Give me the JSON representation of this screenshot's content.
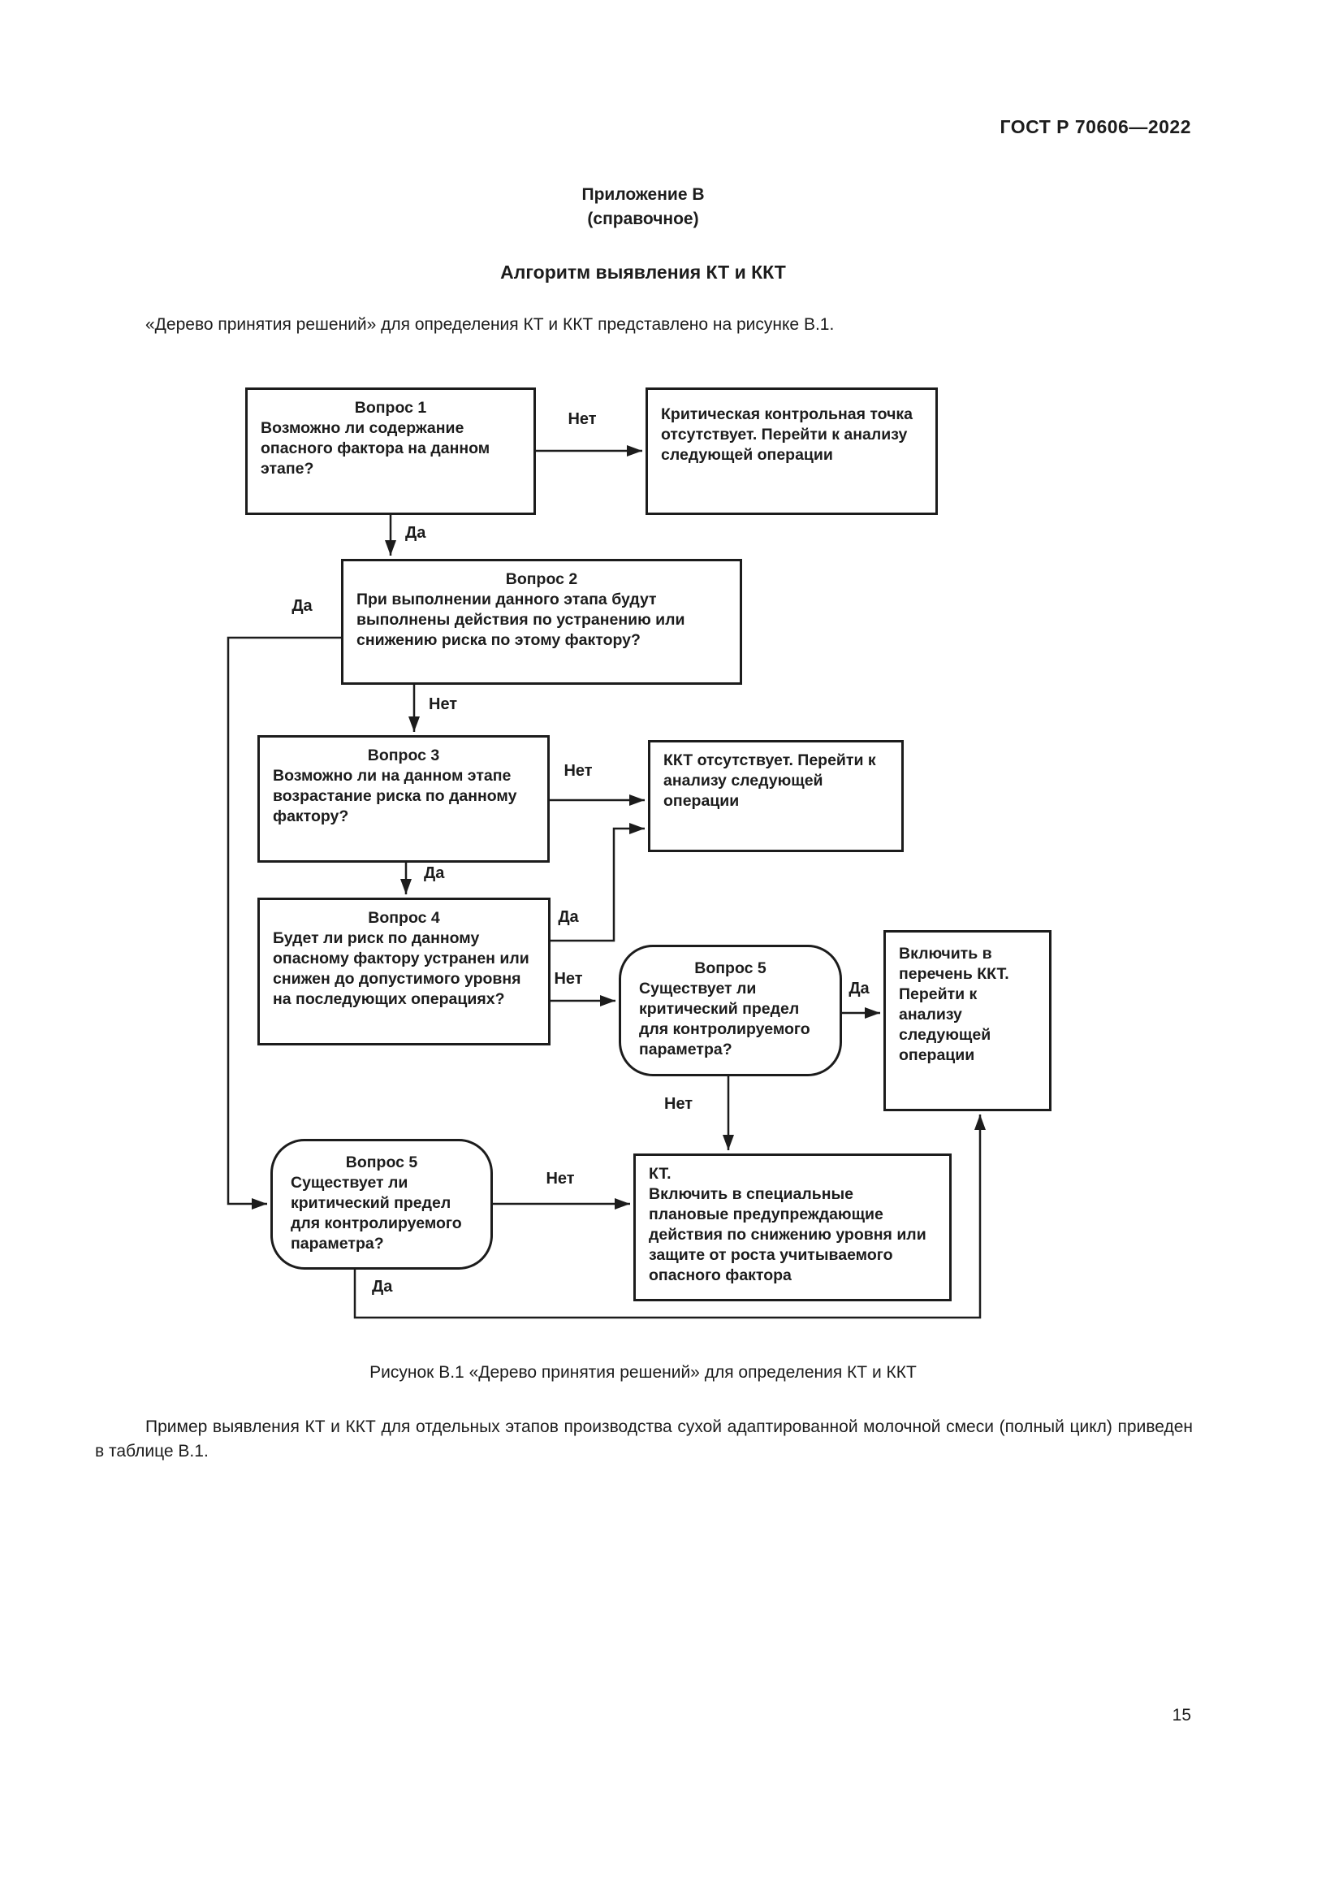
{
  "page": {
    "header": "ГОСТ Р 70606—2022",
    "appendix_title": "Приложение В",
    "appendix_subtitle": "(справочное)",
    "section_title": "Алгоритм выявления КТ и ККТ",
    "intro": "«Дерево принятия решений» для определения КТ и ККТ представлено на рисунке В.1.",
    "caption": "Рисунок В.1 «Дерево принятия решений» для определения КТ и ККТ",
    "closing": "Пример выявления КТ и ККТ для отдельных этапов производства сухой адаптированной молочной смеси (полный цикл) приведен в таблице В.1.",
    "page_number": "15"
  },
  "flowchart": {
    "boxes": {
      "q1": {
        "title": "Вопрос 1",
        "text": "Возможно ли содержание опасного фактора на данном этапе?"
      },
      "no_ccp1": {
        "text": "Критическая контрольная точка отсутствует. Перейти к анализу следующей операции"
      },
      "q2": {
        "title": "Вопрос 2",
        "text": "При выполнении данного этапа будут выполнены действия по устранению или снижению риска по этому фактору?"
      },
      "q3": {
        "title": "Вопрос 3",
        "text": "Возможно ли на данном этапе возрастание риска по данному фактору?"
      },
      "no_ccp2": {
        "text": "ККТ отсутствует. Перейти к анализу следующей операции"
      },
      "q4": {
        "title": "Вопрос 4",
        "text": "Будет ли риск по данному опасному фактору устранен или снижен до допустимого уровня на последующих операциях?"
      },
      "q5_mid": {
        "title": "Вопрос 5",
        "text": "Существует ли критический предел для контролируемого параметра?"
      },
      "include_ccp": {
        "text": "Включить в перечень ККТ. Перейти к анализу следующей операции"
      },
      "q5_low": {
        "title": "Вопрос 5",
        "text": "Существует ли критический предел для контролируемого параметра?"
      },
      "kt": {
        "title": "КТ.",
        "text": "Включить в специальные плановые предупреждающие действия по снижению уровня или защите от роста учитываемого опасного фактора"
      }
    },
    "edge_labels": {
      "q1_no": "Нет",
      "q1_yes": "Да",
      "q2_yes": "Да",
      "q2_no": "Нет",
      "q3_no": "Нет",
      "q3_yes": "Да",
      "q4_yes": "Да",
      "q4_no": "Нет",
      "q5mid_yes": "Да",
      "q5mid_no": "Нет",
      "q5low_no": "Нет",
      "q5low_yes": "Да"
    }
  }
}
